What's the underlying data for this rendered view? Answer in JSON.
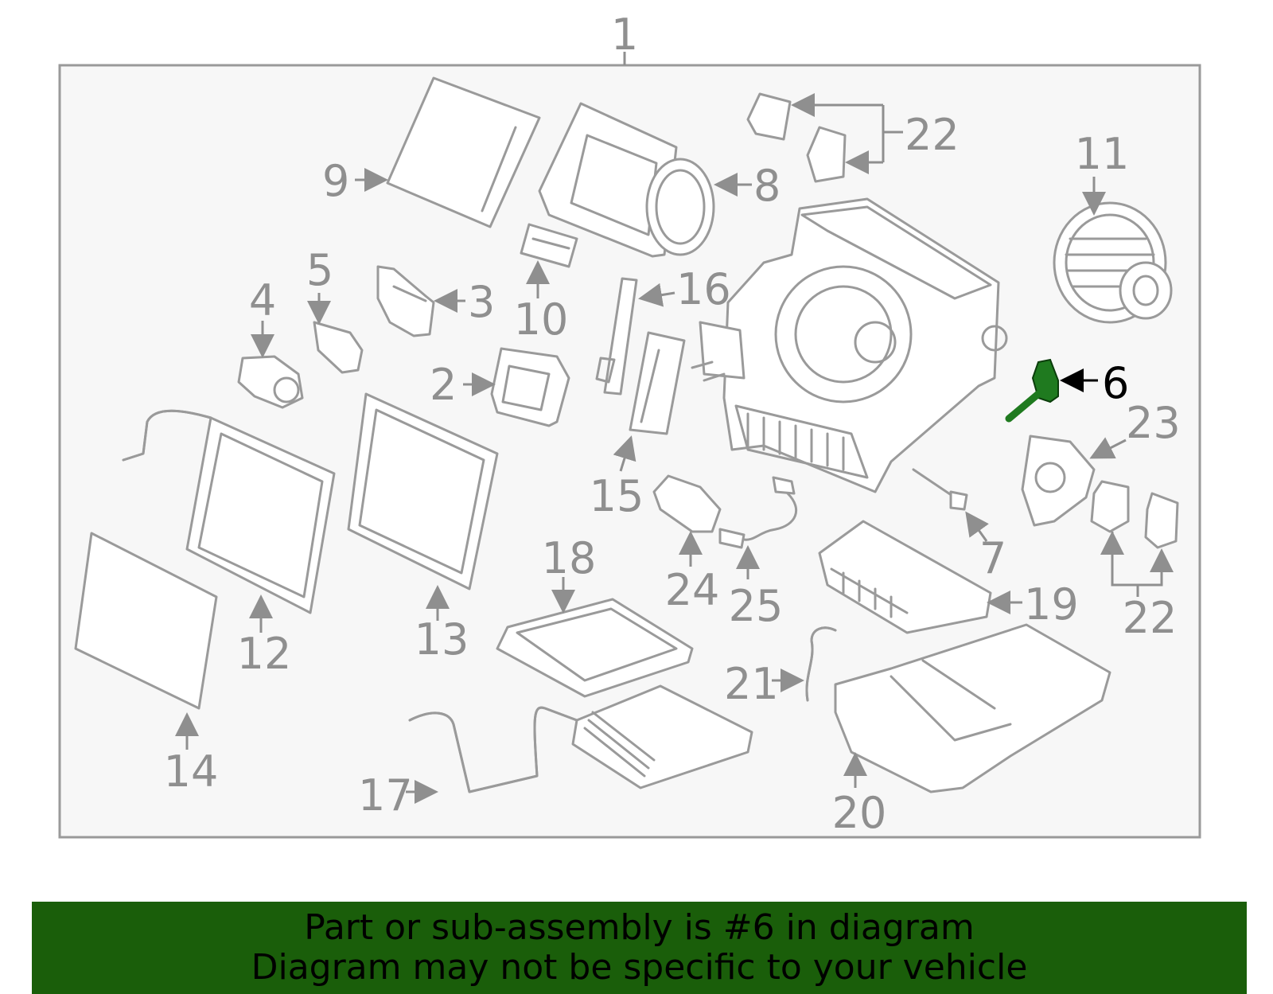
{
  "colors": {
    "frame_bg": "#f7f7f7",
    "outline": "#9a9a9a",
    "callout": "#8f8f8f",
    "highlight_part": "#1f7a1f",
    "banner_bg": "#1a5e0a",
    "banner_text": "#000000"
  },
  "assembly_label": "1",
  "callouts": {
    "c2": "2",
    "c3": "3",
    "c4": "4",
    "c5": "5",
    "c6": "6",
    "c7": "7",
    "c8": "8",
    "c9": "9",
    "c10": "10",
    "c11": "11",
    "c12": "12",
    "c13": "13",
    "c14": "14",
    "c15": "15",
    "c16": "16",
    "c17": "17",
    "c18": "18",
    "c19": "19",
    "c20": "20",
    "c21": "21",
    "c22a": "22",
    "c22b": "22",
    "c23": "23",
    "c24": "24",
    "c25": "25"
  },
  "highlighted_part": "6",
  "banner": {
    "line1": "Part or sub-assembly is #6 in diagram",
    "line2": "Diagram may not be specific to your vehicle"
  }
}
